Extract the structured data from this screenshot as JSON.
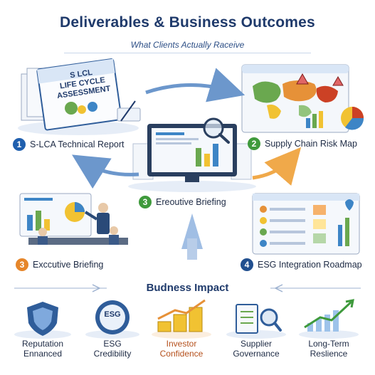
{
  "header": {
    "title": "Deliverables & Business Outcomes",
    "subtitle": "What Clients Actually Raceive"
  },
  "report_cover": {
    "line1": "S LCL",
    "line2": "LIFE CYCLE",
    "line3": "ASSESSMENT"
  },
  "deliverables": [
    {
      "number": "1",
      "label": "S-LCA Technical Report"
    },
    {
      "number": "2",
      "label": "Supply Chain Risk Map"
    },
    {
      "number": "3",
      "label": "Ereoutive Briefing"
    },
    {
      "number": "3",
      "label": "Exccutive Briefing"
    },
    {
      "number": "4",
      "label": "ESG Integration Roadmap"
    }
  ],
  "impact": {
    "title": "Budness Impact",
    "shield_icon_text": "ESG",
    "items": [
      {
        "line1": "Reputation",
        "line2": "Ennanced",
        "color": "#1d2a44"
      },
      {
        "line1": "ESG",
        "line2": "Credibility",
        "color": "#1d2a44"
      },
      {
        "line1": "Investor",
        "line2": "Confidence",
        "color": "#b5501c"
      },
      {
        "line1": "Supplier",
        "line2": "Governance",
        "color": "#1d2a44"
      },
      {
        "line1": "Long-Term",
        "line2": "Reslience",
        "color": "#1d2a44"
      }
    ]
  },
  "colors": {
    "blue": "#1f5fae",
    "green": "#3f9a3c",
    "orange": "#e6862a",
    "navy": "#1f3a6b"
  }
}
